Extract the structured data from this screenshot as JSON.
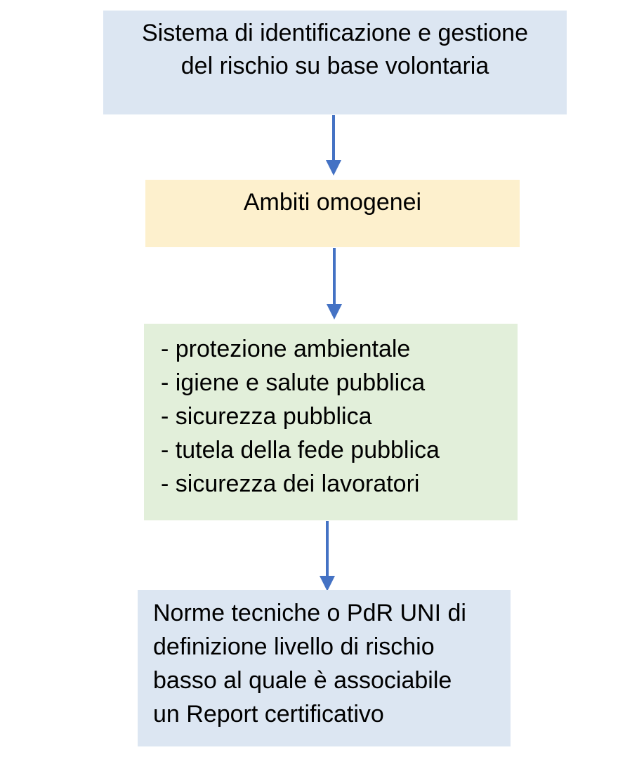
{
  "diagram": {
    "type": "flowchart",
    "boxes": {
      "sistema": {
        "lines": [
          "Sistema di identificazione e gestione",
          "del rischio su base volontaria"
        ]
      },
      "ambiti": {
        "label": "Ambiti omogenei"
      },
      "ambiti_list": {
        "items": [
          "- protezione ambientale",
          "- igiene e salute pubblica",
          "- sicurezza pubblica",
          "- tutela della fede pubblica",
          "- sicurezza dei lavoratori"
        ]
      },
      "norme": {
        "lines": [
          "Norme tecniche o PdR UNI di",
          "definizione livello di rischio",
          "basso al quale è associabile",
          "un Report certificativo"
        ]
      }
    },
    "connectors": [
      {
        "from": "sistema",
        "to": "ambiti"
      },
      {
        "from": "ambiti",
        "to": "ambiti_list"
      },
      {
        "from": "ambiti_list",
        "to": "norme"
      }
    ],
    "colors": {
      "box_blue": "#dce6f2",
      "box_yellow": "#fdf0cd",
      "box_green": "#e2efda",
      "arrow_blue": "#4472c4",
      "text": "#000000",
      "background": "#ffffff"
    }
  }
}
